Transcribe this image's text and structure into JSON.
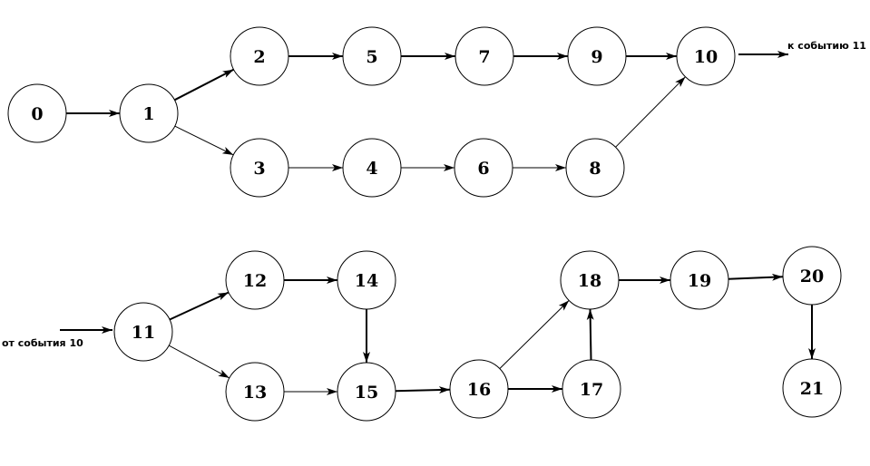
{
  "nodes": [
    {
      "id": "0",
      "label": "0"
    },
    {
      "id": "1",
      "label": "1"
    },
    {
      "id": "2",
      "label": "2"
    },
    {
      "id": "3",
      "label": "3"
    },
    {
      "id": "4",
      "label": "4"
    },
    {
      "id": "5",
      "label": "5"
    },
    {
      "id": "6",
      "label": "6"
    },
    {
      "id": "7",
      "label": "7"
    },
    {
      "id": "8",
      "label": "8"
    },
    {
      "id": "9",
      "label": "9"
    },
    {
      "id": "10",
      "label": "10"
    },
    {
      "id": "11",
      "label": "11"
    },
    {
      "id": "12",
      "label": "12"
    },
    {
      "id": "13",
      "label": "13"
    },
    {
      "id": "14",
      "label": "14"
    },
    {
      "id": "15",
      "label": "15"
    },
    {
      "id": "16",
      "label": "16"
    },
    {
      "id": "17",
      "label": "17"
    },
    {
      "id": "18",
      "label": "18"
    },
    {
      "id": "19",
      "label": "19"
    },
    {
      "id": "20",
      "label": "20"
    },
    {
      "id": "21",
      "label": "21"
    }
  ],
  "edges": [
    {
      "from": "0",
      "to": "1",
      "bold": true
    },
    {
      "from": "1",
      "to": "2",
      "bold": true
    },
    {
      "from": "1",
      "to": "3",
      "bold": false
    },
    {
      "from": "2",
      "to": "5",
      "bold": true
    },
    {
      "from": "5",
      "to": "7",
      "bold": true
    },
    {
      "from": "7",
      "to": "9",
      "bold": true
    },
    {
      "from": "9",
      "to": "10",
      "bold": true
    },
    {
      "from": "3",
      "to": "4",
      "bold": false
    },
    {
      "from": "4",
      "to": "6",
      "bold": false
    },
    {
      "from": "6",
      "to": "8",
      "bold": false
    },
    {
      "from": "8",
      "to": "10",
      "bold": false
    },
    {
      "from": "11",
      "to": "12",
      "bold": true
    },
    {
      "from": "11",
      "to": "13",
      "bold": false
    },
    {
      "from": "12",
      "to": "14",
      "bold": true
    },
    {
      "from": "14",
      "to": "15",
      "bold": true
    },
    {
      "from": "13",
      "to": "15",
      "bold": false
    },
    {
      "from": "15",
      "to": "16",
      "bold": true
    },
    {
      "from": "16",
      "to": "17",
      "bold": true
    },
    {
      "from": "16",
      "to": "18",
      "bold": false
    },
    {
      "from": "17",
      "to": "18",
      "bold": true
    },
    {
      "from": "18",
      "to": "19",
      "bold": true
    },
    {
      "from": "19",
      "to": "20",
      "bold": true
    },
    {
      "from": "20",
      "to": "21",
      "bold": true
    }
  ],
  "connectors": {
    "out_to_11": {
      "from": "10",
      "label": "к событию 11"
    },
    "in_from_10": {
      "to": "11",
      "label": "от события 10"
    }
  },
  "colors": {
    "stroke": "#000000",
    "background": "#ffffff"
  }
}
